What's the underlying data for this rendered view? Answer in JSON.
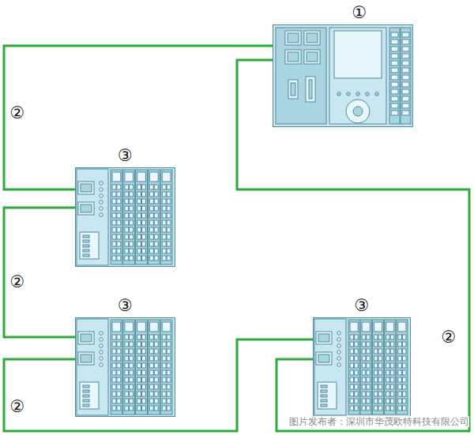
{
  "diagram": {
    "nodes": [
      {
        "text": [
          "①"
        ]
      },
      {
        "text": [
          "③"
        ]
      },
      {
        "text": [
          "③"
        ]
      },
      {
        "text": [
          "③"
        ]
      }
    ],
    "edges": [
      {
        "from": 0,
        "to": 1,
        "arrow": "none",
        "label": "②"
      },
      {
        "from": 1,
        "to": 2,
        "arrow": "none",
        "label": "②"
      },
      {
        "from": 2,
        "to": 3,
        "arrow": "none",
        "label": "②"
      },
      {
        "from": 3,
        "to": 0,
        "arrow": "none",
        "label": "②"
      }
    ],
    "labels": [
      "图片发布者：深圳市华茂欧特科技有限公司"
    ]
  }
}
